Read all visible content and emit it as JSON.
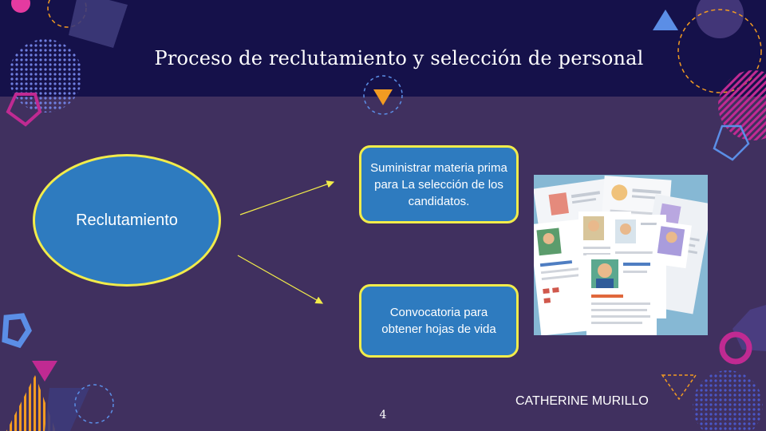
{
  "slide": {
    "title": "Proceso de reclutamiento y selección de personal",
    "author": "CATHERINE MURILLO",
    "page_number": "4"
  },
  "diagram": {
    "source": "Reclutamiento",
    "targets": [
      "Suministrar materia prima para La selección de los candidatos.",
      "Convocatoria para obtener hojas de vida"
    ]
  },
  "colors": {
    "background": "#40305f",
    "header": "#15114a",
    "shape_fill": "#2e7bbf",
    "shape_border": "#f2ec4a",
    "arrow": "#f2ec4a",
    "accent_orange": "#f29b22",
    "accent_magenta": "#c02a92",
    "accent_blue": "#5b8ee6"
  },
  "image": {
    "icon": "resume-documents-illustration"
  }
}
